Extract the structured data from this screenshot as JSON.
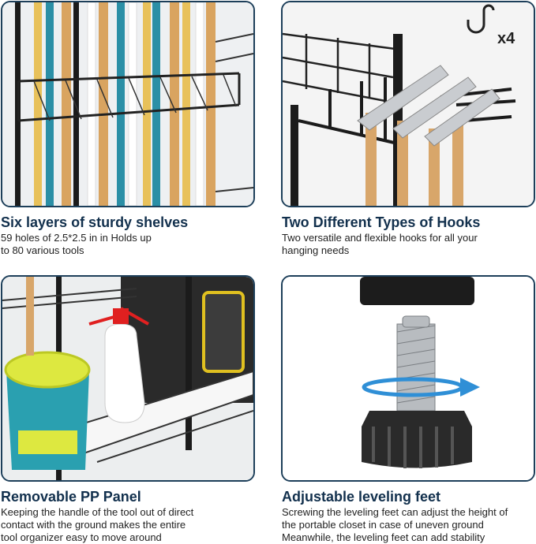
{
  "features": [
    {
      "title": "Six layers of sturdy shelves",
      "lines": [
        "59 holes of 2.5*2.5 in in Holds up",
        "to 80 various tools"
      ]
    },
    {
      "title": "Two Different Types of Hooks",
      "lines": [
        "Two versatile and flexible hooks for all your",
        "hanging needs"
      ],
      "badge": "x4"
    },
    {
      "title": "Removable PP Panel",
      "lines": [
        "Keeping the handle of the tool out of direct",
        "contact with the ground makes the entire",
        "tool organizer easy to move around"
      ]
    },
    {
      "title": "Adjustable leveling feet",
      "lines": [
        "Screwing the leveling feet can adjust the height of",
        "the portable closet in case of uneven ground",
        "Meanwhile, the leveling feet can add stability"
      ]
    }
  ],
  "colors": {
    "border": "#1d3f5a",
    "title": "#12304d",
    "arrow": "#2f8fd6"
  }
}
